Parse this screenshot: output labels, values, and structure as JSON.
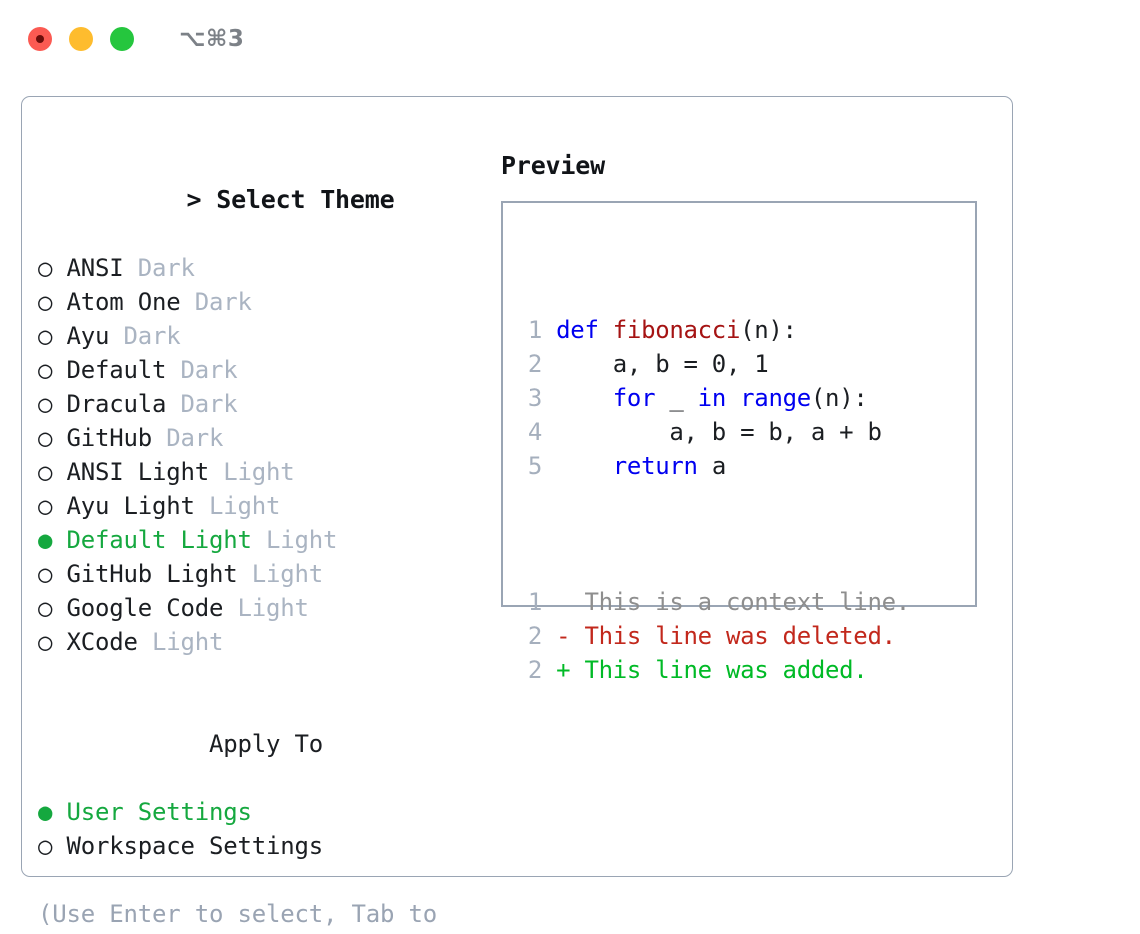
{
  "titlebar": {
    "shortcut": "⌥⌘3",
    "buttons": [
      {
        "name": "close",
        "color": "#fb5a52"
      },
      {
        "name": "minimize",
        "color": "#febc2e"
      },
      {
        "name": "maximize",
        "color": "#25c63e"
      }
    ]
  },
  "theme_picker": {
    "header_marker": ">",
    "header_label": "Select Theme",
    "marker_unselected": "○",
    "marker_selected": "●",
    "items": [
      {
        "marker": "○",
        "name": "ANSI",
        "badge": "Dark",
        "selected": false
      },
      {
        "marker": "○",
        "name": "Atom One",
        "badge": "Dark",
        "selected": false
      },
      {
        "marker": "○",
        "name": "Ayu",
        "badge": "Dark",
        "selected": false
      },
      {
        "marker": "○",
        "name": "Default",
        "badge": "Dark",
        "selected": false
      },
      {
        "marker": "○",
        "name": "Dracula",
        "badge": "Dark",
        "selected": false
      },
      {
        "marker": "○",
        "name": "GitHub",
        "badge": "Dark",
        "selected": false
      },
      {
        "marker": "○",
        "name": "ANSI Light",
        "badge": "Light",
        "selected": false
      },
      {
        "marker": "○",
        "name": "Ayu Light",
        "badge": "Light",
        "selected": false
      },
      {
        "marker": "●",
        "name": "Default Light",
        "badge": "Light",
        "selected": true
      },
      {
        "marker": "○",
        "name": "GitHub Light",
        "badge": "Light",
        "selected": false
      },
      {
        "marker": "○",
        "name": "Google Code",
        "badge": "Light",
        "selected": false
      },
      {
        "marker": "○",
        "name": "XCode",
        "badge": "Light",
        "selected": false
      }
    ]
  },
  "apply_to": {
    "title": "Apply To",
    "items": [
      {
        "marker": "●",
        "name": "User Settings",
        "selected": true
      },
      {
        "marker": "○",
        "name": "Workspace Settings",
        "selected": false
      }
    ]
  },
  "hint": "(Use Enter to select, Tab to change focus)",
  "preview": {
    "title": "Preview",
    "code_lines": [
      {
        "num": "1",
        "parts": [
          {
            "text": "def ",
            "style": "kw"
          },
          {
            "text": "fibonacci",
            "style": "fn"
          },
          {
            "text": "(n):",
            "style": "pn"
          }
        ]
      },
      {
        "num": "2",
        "parts": [
          {
            "text": "    a, b = 0, 1",
            "style": "pn"
          }
        ]
      },
      {
        "num": "3",
        "parts": [
          {
            "text": "    ",
            "style": "pn"
          },
          {
            "text": "for",
            "style": "kw"
          },
          {
            "text": " _ ",
            "style": "pn"
          },
          {
            "text": "in",
            "style": "kw"
          },
          {
            "text": " ",
            "style": "pn"
          },
          {
            "text": "range",
            "style": "kw"
          },
          {
            "text": "(n):",
            "style": "pn"
          }
        ]
      },
      {
        "num": "4",
        "parts": [
          {
            "text": "        a, b = b, a + b",
            "style": "pn"
          }
        ]
      },
      {
        "num": "5",
        "parts": [
          {
            "text": "    ",
            "style": "pn"
          },
          {
            "text": "return",
            "style": "kw"
          },
          {
            "text": " a",
            "style": "pn"
          }
        ]
      }
    ],
    "diff_lines": [
      {
        "num": "1",
        "text": "  This is a context line.",
        "style": "diff-ctx"
      },
      {
        "num": "2",
        "text": "- This line was deleted.",
        "style": "diff-del"
      },
      {
        "num": "2",
        "text": "+ This line was added.",
        "style": "diff-add"
      }
    ]
  },
  "colors": {
    "accent_green": "#15a83f",
    "badge_gray": "#aab4c2",
    "hint_gray": "#9aa4b3",
    "border": "#9aa5b4",
    "keyword_blue": "#0000f0",
    "function_red": "#a51313",
    "diff_add_green": "#00ba26",
    "diff_del_red": "#c2281c",
    "line_number_gray": "#a5afbd"
  }
}
